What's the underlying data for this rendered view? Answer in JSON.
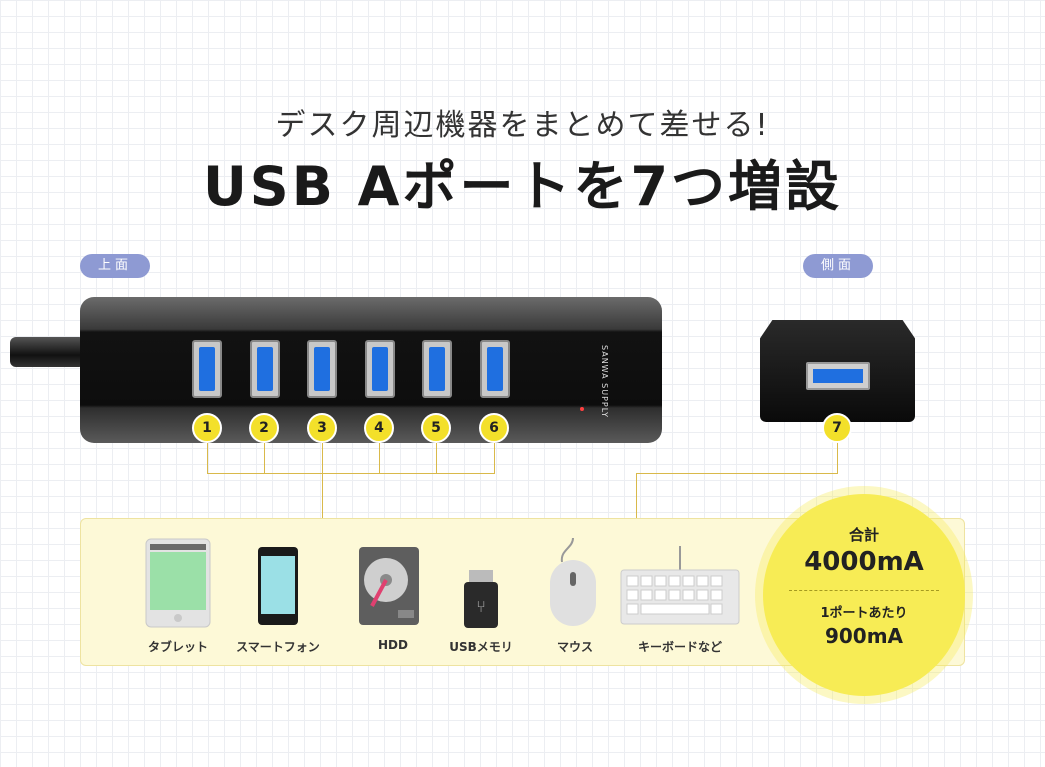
{
  "header": {
    "subtitle": "デスク周辺機器をまとめて差せる!",
    "title": "USB Aポートを7つ増設"
  },
  "views": {
    "top": "上面",
    "side": "側面"
  },
  "hub": {
    "brand": "SANWA SUPPLY"
  },
  "ports": [
    "1",
    "2",
    "3",
    "4",
    "5",
    "6",
    "7"
  ],
  "devices": [
    "タブレット",
    "スマートフォン",
    "HDD",
    "USBメモリ",
    "マウス",
    "キーボードなど"
  ],
  "power": {
    "total_label": "合計",
    "total_value": "4000mA",
    "per_port_label": "1ポートあたり",
    "per_port_value": "900mA"
  },
  "colors": {
    "badge": "#f3e02a",
    "panel": "#fdf9d7",
    "circle": "#f7ec55",
    "pill": "#8e9ad3",
    "port_blue": "#1f6fe0"
  }
}
